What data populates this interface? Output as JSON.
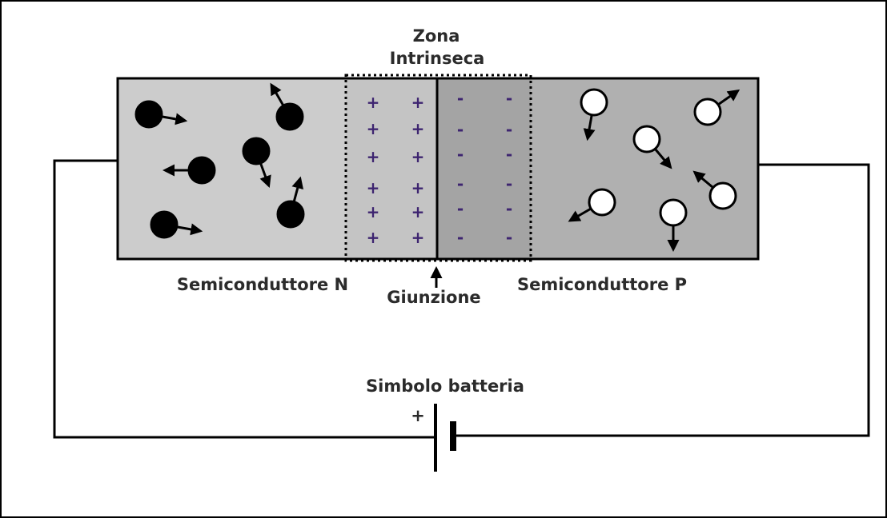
{
  "labels": {
    "zone_line1": "Zona",
    "zone_line2": "Intrinseca",
    "n_region": "Semiconduttore N",
    "p_region": "Semiconduttore P",
    "junction": "Giunzione",
    "battery": "Simbolo batteria",
    "battery_plus": "+"
  },
  "charges": {
    "positive_symbol": "+",
    "negative_symbol": "-"
  },
  "colors": {
    "n_region": "#cccccc",
    "p_region": "#b0b0b0",
    "depletion_n": "#c4c4c4",
    "depletion_p": "#a4a4a4",
    "charge_signs": "#3d2470",
    "electron": "#000000",
    "hole": "#ffffff",
    "wire": "#000000"
  }
}
